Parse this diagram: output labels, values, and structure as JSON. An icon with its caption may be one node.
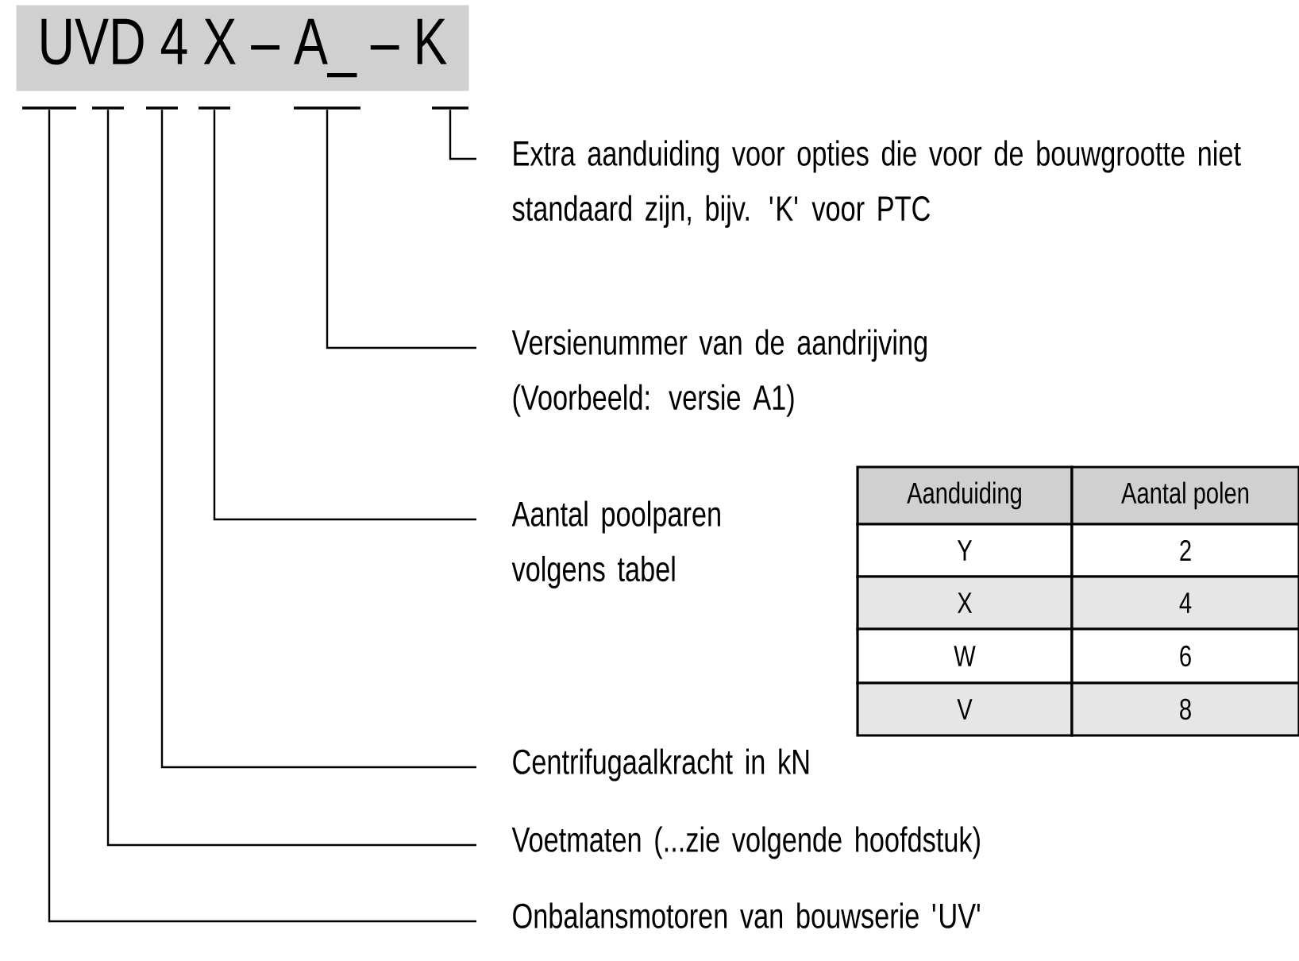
{
  "diagram": {
    "title": "UVD 4 X – A_ – K",
    "nodes": [
      {
        "text": [],
        "shape": "bar"
      },
      {
        "text": [],
        "shape": "bar"
      },
      {
        "text": [],
        "shape": "bar"
      },
      {
        "text": [],
        "shape": "bar"
      },
      {
        "text": [],
        "shape": "bar"
      },
      {
        "text": [],
        "shape": "bar"
      },
      {
        "text": [
          "Extra aanduiding voor opties die voor de bouwgrootte niet standaard zijn, bijv.  'K' voor PTC"
        ]
      },
      {
        "text": [
          "Versienummer van de aandrijving (Voorbeeld: versie A1)"
        ]
      },
      {
        "text": [
          "Aantal poolparen volgens tabel"
        ]
      },
      {
        "text": [
          "Centrifugaalkracht in kN"
        ]
      },
      {
        "text": [
          "Voetmaten (...zie volgende hoofdstuk)"
        ]
      },
      {
        "text": [
          "Onbalansmotoren van bouwserie 'UV'"
        ]
      }
    ],
    "edges": [
      {
        "from": 5,
        "to": 6,
        "arrow": "none"
      },
      {
        "from": 4,
        "to": 7,
        "arrow": "none"
      },
      {
        "from": 3,
        "to": 8,
        "arrow": "none"
      },
      {
        "from": 2,
        "to": 9,
        "arrow": "none"
      },
      {
        "from": 1,
        "to": 10,
        "arrow": "none"
      },
      {
        "from": 0,
        "to": 11,
        "arrow": "none"
      }
    ],
    "labels": [
      "Aanduiding",
      "Aantal polen",
      "Y",
      "2",
      "X",
      "4",
      "W",
      "6",
      "V",
      "8"
    ]
  }
}
